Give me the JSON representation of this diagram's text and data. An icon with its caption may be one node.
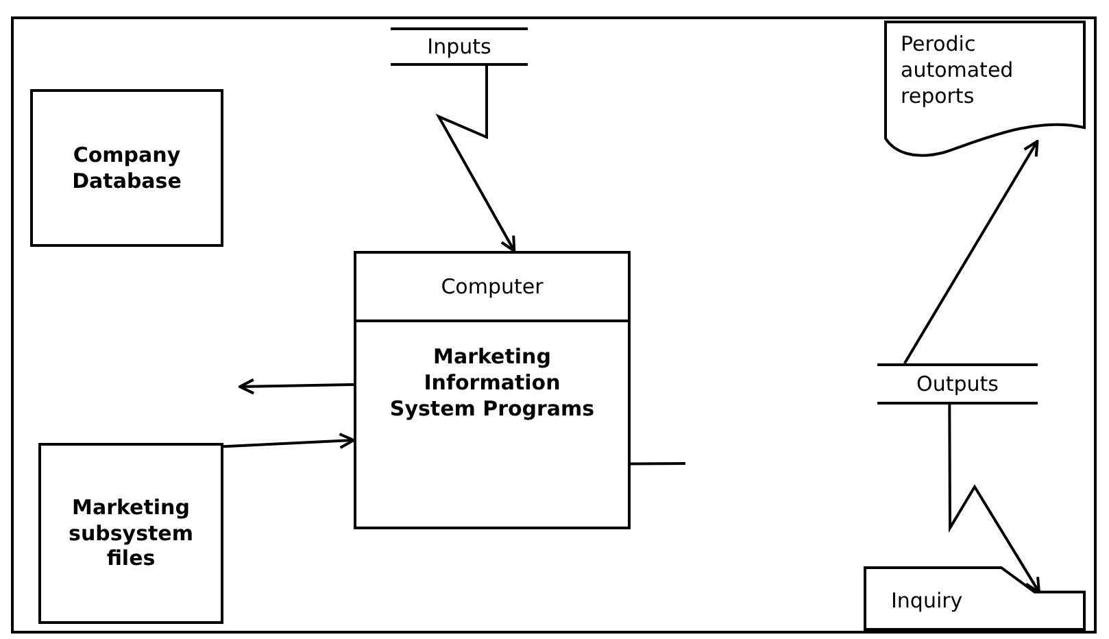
{
  "diagram": {
    "nodes": [
      {
        "text": [
          "Inputs"
        ]
      },
      {
        "text": [
          "Company Database"
        ]
      },
      {
        "text": [
          "Computer",
          "Marketing Information System Programs"
        ]
      },
      {
        "text": [
          "Marketing subsystem files"
        ]
      },
      {
        "text": [
          "Perodic automated reports"
        ]
      },
      {
        "text": [
          "Outputs"
        ]
      },
      {
        "text": [
          "Inquiry"
        ]
      }
    ],
    "edges": [
      {
        "from": 0,
        "to": 2,
        "arrow": "to"
      },
      {
        "from": 2,
        "to": null,
        "arrow": "to"
      },
      {
        "from": 3,
        "to": 2,
        "arrow": "to"
      },
      {
        "from": 2,
        "to": null,
        "arrow": "none"
      },
      {
        "from": 5,
        "to": 4,
        "arrow": "to"
      },
      {
        "from": 5,
        "to": 6,
        "arrow": "to"
      }
    ]
  }
}
